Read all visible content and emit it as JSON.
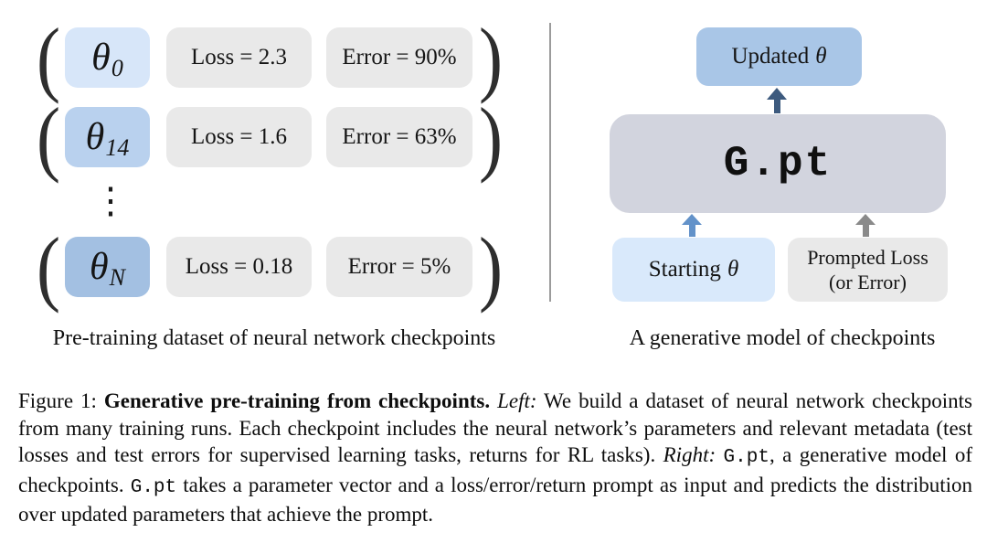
{
  "colors": {
    "theta_box_1": "#d7e6f9",
    "theta_box_2": "#b9d1ee",
    "theta_box_3": "#a3c0e2",
    "metric_box": "#e9e9e9",
    "updated_box": "#a9c6e7",
    "gpt_box": "#d2d4de",
    "starting_box": "#d9e9fb",
    "prompted_box": "#e9e9e9",
    "divider": "#9b9b9b",
    "arrow_dark": "#3d5a7e",
    "arrow_blue": "#6392c9",
    "arrow_gray": "#8a8a8a"
  },
  "left_panel": {
    "paren_open": "(",
    "paren_close": ")",
    "dots": "⋮",
    "rows": [
      {
        "theta": "θ",
        "sub": "0",
        "loss": "Loss = 2.3",
        "error": "Error = 90%"
      },
      {
        "theta": "θ",
        "sub": "14",
        "loss": "Loss = 1.6",
        "error": "Error = 63%"
      },
      {
        "theta": "θ",
        "sub": "N",
        "loss": "Loss = 0.18",
        "error": "Error = 5%"
      }
    ],
    "label": "Pre-training dataset of neural network checkpoints"
  },
  "right_panel": {
    "updated_box": {
      "text": "Updated",
      "symbol": "θ"
    },
    "model_box": "G.pt",
    "starting_box": {
      "text": "Starting",
      "symbol": "θ"
    },
    "prompted_box": {
      "line1": "Prompted Loss",
      "line2": "(or Error)"
    },
    "label": "A generative model of checkpoints"
  },
  "caption": {
    "runs": [
      {
        "text": "Figure 1: "
      },
      {
        "text": "Generative pre-training from checkpoints."
      },
      {
        "text": " "
      },
      {
        "text": "Left:"
      },
      {
        "text": " We build a dataset of neural network checkpoints from many training runs. Each checkpoint includes the neural network’s parameters and relevant metadata (test losses and test errors for supervised learning tasks, returns for RL tasks). "
      },
      {
        "text": "Right:"
      },
      {
        "text": " "
      },
      {
        "text": "G.pt"
      },
      {
        "text": ", a generative model of checkpoints. "
      },
      {
        "text": "G.pt"
      },
      {
        "text": " takes a parameter vector and a loss/error/return prompt as input and predicts the distribution over updated parameters that achieve the prompt."
      }
    ]
  }
}
